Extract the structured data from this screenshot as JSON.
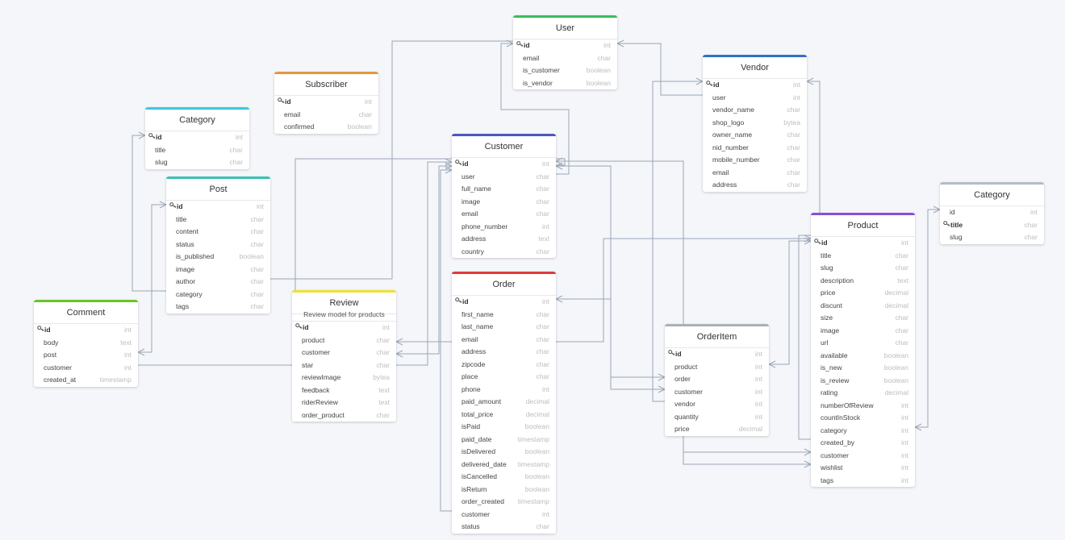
{
  "tables": {
    "user": {
      "title": "User",
      "color": "#3cbb5c",
      "fields": [
        [
          "id",
          "int",
          true
        ],
        [
          "email",
          "char",
          false
        ],
        [
          "is_customer",
          "boolean",
          false
        ],
        [
          "is_vendor",
          "boolean",
          false
        ]
      ]
    },
    "vendor": {
      "title": "Vendor",
      "color": "#2f72c4",
      "fields": [
        [
          "id",
          "int",
          true
        ],
        [
          "user",
          "int",
          false
        ],
        [
          "vendor_name",
          "char",
          false
        ],
        [
          "shop_logo",
          "bytea",
          false
        ],
        [
          "owner_name",
          "char",
          false
        ],
        [
          "nid_number",
          "char",
          false
        ],
        [
          "mobile_number",
          "char",
          false
        ],
        [
          "email",
          "char",
          false
        ],
        [
          "address",
          "char",
          false
        ]
      ]
    },
    "subscriber": {
      "title": "Subscriber",
      "color": "#e59642",
      "fields": [
        [
          "id",
          "int",
          true
        ],
        [
          "email",
          "char",
          false
        ],
        [
          "confirmed",
          "boolean",
          false
        ]
      ]
    },
    "category1": {
      "title": "Category",
      "color": "#3cc8e0",
      "fields": [
        [
          "id",
          "int",
          true
        ],
        [
          "title",
          "char",
          false
        ],
        [
          "slug",
          "char",
          false
        ]
      ]
    },
    "customer": {
      "title": "Customer",
      "color": "#4c56c1",
      "fields": [
        [
          "id",
          "int",
          true
        ],
        [
          "user",
          "char",
          false
        ],
        [
          "full_name",
          "char",
          false
        ],
        [
          "image",
          "char",
          false
        ],
        [
          "email",
          "char",
          false
        ],
        [
          "phone_number",
          "int",
          false
        ],
        [
          "address",
          "text",
          false
        ],
        [
          "country",
          "char",
          false
        ]
      ]
    },
    "post": {
      "title": "Post",
      "color": "#38c2b3",
      "fields": [
        [
          "id",
          "int",
          true
        ],
        [
          "title",
          "char",
          false
        ],
        [
          "content",
          "char",
          false
        ],
        [
          "status",
          "char",
          false
        ],
        [
          "is_published",
          "boolean",
          false
        ],
        [
          "image",
          "char",
          false
        ],
        [
          "author",
          "char",
          false
        ],
        [
          "category",
          "char",
          false
        ],
        [
          "tags",
          "char",
          false
        ]
      ]
    },
    "category2": {
      "title": "Category",
      "color": "#b4bcc4",
      "fields": [
        [
          "id",
          "int",
          false
        ],
        [
          "title",
          "char",
          true
        ],
        [
          "slug",
          "char",
          false
        ]
      ]
    },
    "product": {
      "title": "Product",
      "color": "#8a4fd6",
      "fields": [
        [
          "id",
          "int",
          true
        ],
        [
          "title",
          "char",
          false
        ],
        [
          "slug",
          "char",
          false
        ],
        [
          "description",
          "text",
          false
        ],
        [
          "price",
          "decimal",
          false
        ],
        [
          "discunt",
          "decimal",
          false
        ],
        [
          "size",
          "char",
          false
        ],
        [
          "image",
          "char",
          false
        ],
        [
          "url",
          "char",
          false
        ],
        [
          "available",
          "boolean",
          false
        ],
        [
          "is_new",
          "boolean",
          false
        ],
        [
          "is_review",
          "boolean",
          false
        ],
        [
          "rating",
          "decimal",
          false
        ],
        [
          "numberOfReview",
          "int",
          false
        ],
        [
          "countInStock",
          "int",
          false
        ],
        [
          "category",
          "int",
          false
        ],
        [
          "created_by",
          "int",
          false
        ],
        [
          "customer",
          "int",
          false
        ],
        [
          "wishlist",
          "int",
          false
        ],
        [
          "tags",
          "int",
          false
        ]
      ]
    },
    "order": {
      "title": "Order",
      "color": "#e03a3a",
      "fields": [
        [
          "id",
          "int",
          true
        ],
        [
          "first_name",
          "char",
          false
        ],
        [
          "last_name",
          "char",
          false
        ],
        [
          "email",
          "char",
          false
        ],
        [
          "address",
          "char",
          false
        ],
        [
          "zipcode",
          "char",
          false
        ],
        [
          "place",
          "char",
          false
        ],
        [
          "phone",
          "int",
          false
        ],
        [
          "paid_amount",
          "decimal",
          false
        ],
        [
          "total_price",
          "decimal",
          false
        ],
        [
          "isPaid",
          "boolean",
          false
        ],
        [
          "paid_date",
          "timestamp",
          false
        ],
        [
          "isDelivered",
          "boolean",
          false
        ],
        [
          "delivered_date",
          "timestamp",
          false
        ],
        [
          "isCancelled",
          "boolean",
          false
        ],
        [
          "isReturn",
          "boolean",
          false
        ],
        [
          "order_created",
          "timestamp",
          false
        ],
        [
          "customer",
          "int",
          false
        ],
        [
          "status",
          "char",
          false
        ]
      ]
    },
    "review": {
      "title": "Review",
      "note": "Review model for products",
      "color": "#f0df3a",
      "fields": [
        [
          "id",
          "int",
          true
        ],
        [
          "product",
          "char",
          false
        ],
        [
          "customer",
          "char",
          false
        ],
        [
          "star",
          "char",
          false
        ],
        [
          "reviewImage",
          "bytea",
          false
        ],
        [
          "feedback",
          "text",
          false
        ],
        [
          "riderReview",
          "text",
          false
        ],
        [
          "order_product",
          "char",
          false
        ]
      ]
    },
    "comment": {
      "title": "Comment",
      "color": "#6cc32c",
      "fields": [
        [
          "id",
          "int",
          true
        ],
        [
          "body",
          "text",
          false
        ],
        [
          "post",
          "int",
          false
        ],
        [
          "customer",
          "int",
          false
        ],
        [
          "created_at",
          "timestamp",
          false
        ]
      ]
    },
    "orderitem": {
      "title": "OrderItem",
      "color": "#a9b0b8",
      "fields": [
        [
          "id",
          "int",
          true
        ],
        [
          "product",
          "int",
          false
        ],
        [
          "order",
          "int",
          false
        ],
        [
          "customer",
          "int",
          false
        ],
        [
          "vendor",
          "int",
          false
        ],
        [
          "quantity",
          "int",
          false
        ],
        [
          "price",
          "decimal",
          false
        ]
      ]
    }
  }
}
